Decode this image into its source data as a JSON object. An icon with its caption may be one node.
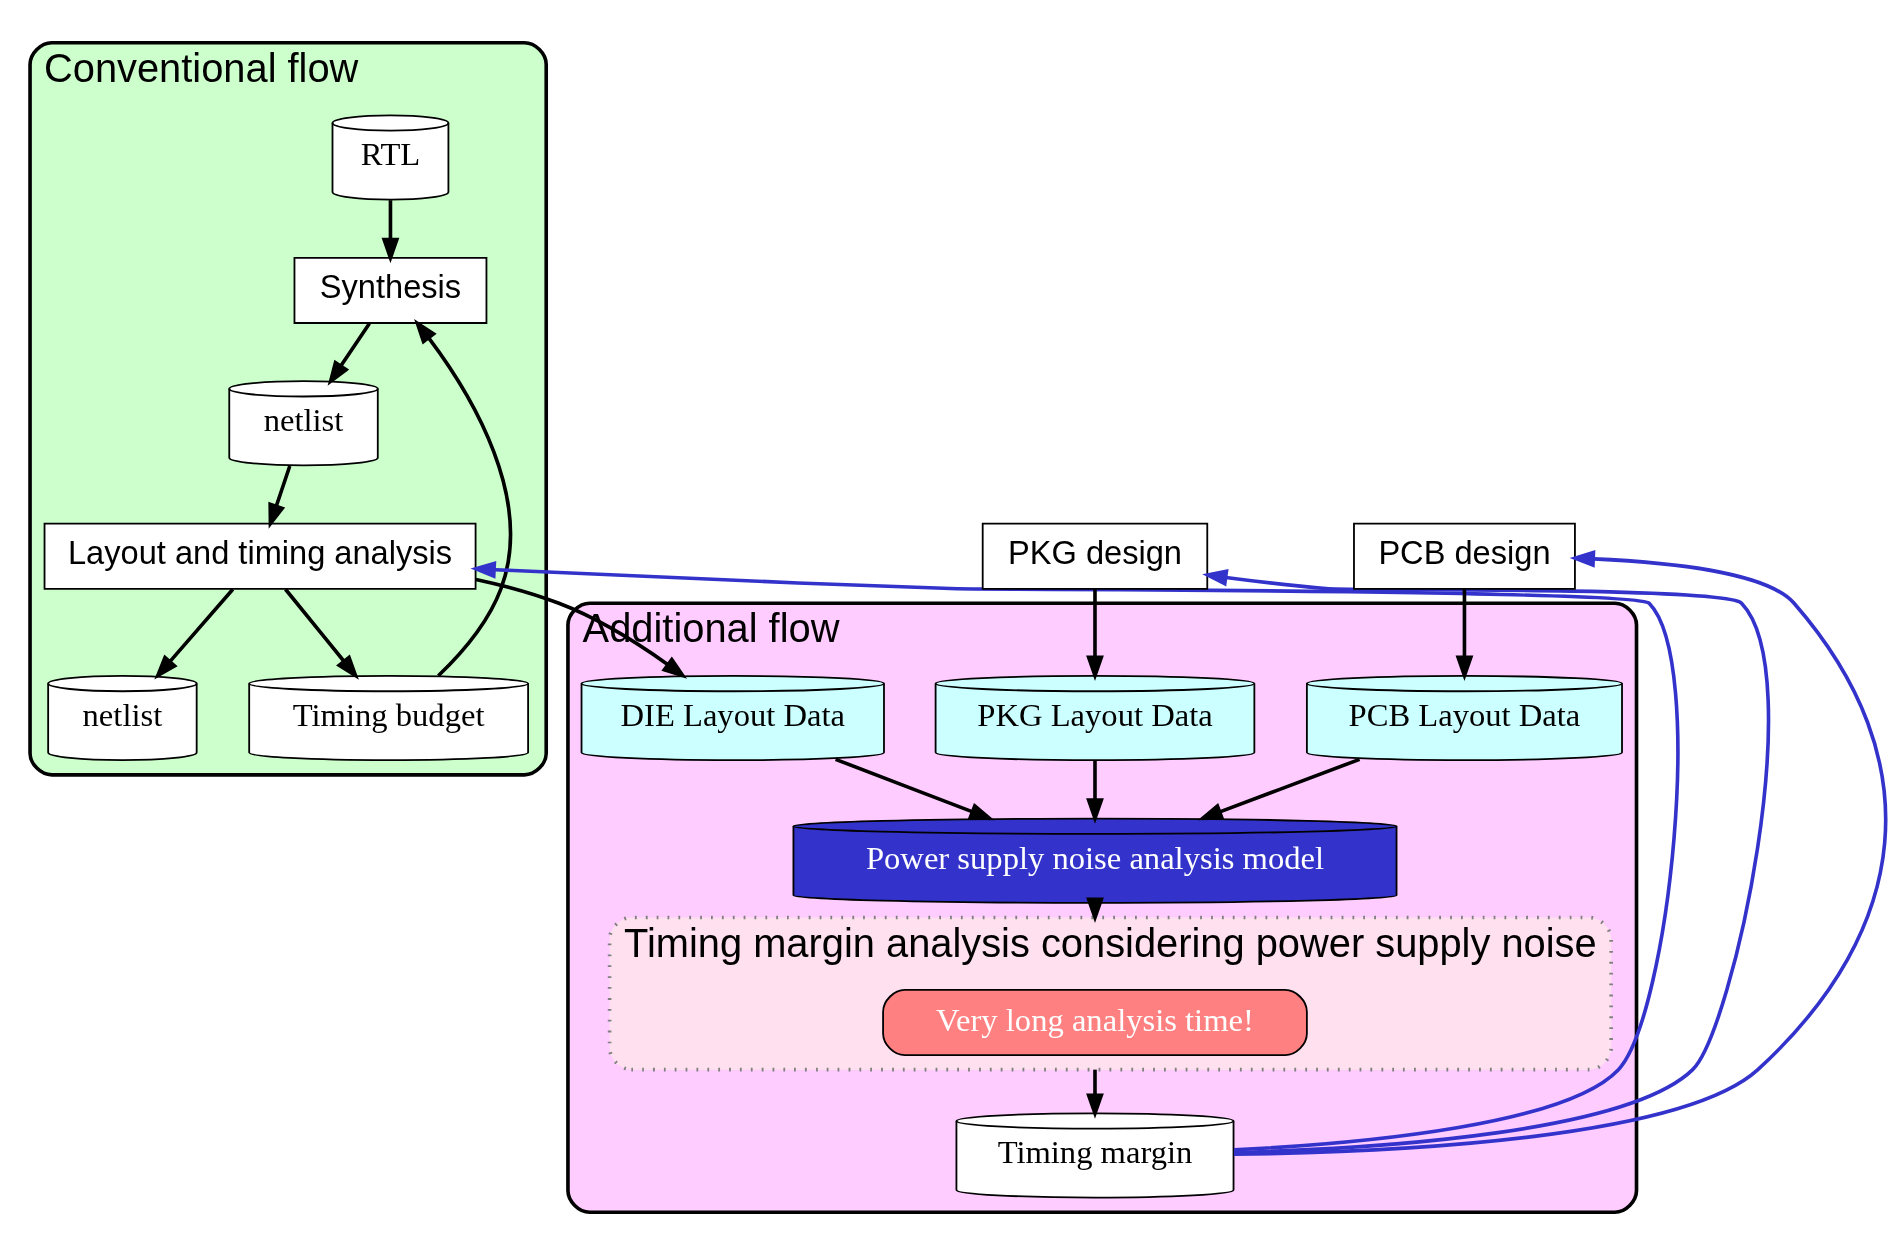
{
  "diagram": {
    "nodes": [
      {
        "text": [
          "Conventional flow"
        ]
      },
      {
        "text": [
          "RTL"
        ],
        "in": 0
      },
      {
        "text": [
          "Synthesis"
        ],
        "in": 0
      },
      {
        "text": [
          "Timing budget"
        ],
        "in": 0
      },
      {
        "text": [
          "netlist"
        ],
        "in": 0
      },
      {
        "text": [
          "Layout and timing analysis"
        ],
        "in": 0
      },
      {
        "text": [
          "netlist"
        ],
        "in": 0
      },
      {
        "text": [
          "Additional flow"
        ]
      },
      {
        "text": [
          "PKG design"
        ]
      },
      {
        "text": [
          "PCB design"
        ]
      },
      {
        "text": [
          "DIE Layout Data"
        ],
        "in": 7
      },
      {
        "text": [
          "PKG Layout Data"
        ],
        "in": 7
      },
      {
        "text": [
          "PCB Layout Data"
        ],
        "in": 7
      },
      {
        "text": [
          "Power supply noise analysis model"
        ],
        "in": 7
      },
      {
        "text": [
          "Timing margin analysis considering power supply noise"
        ],
        "in": 7
      },
      {
        "text": [
          "Very long analysis time!"
        ],
        "in": 14
      },
      {
        "text": [
          "Timing margin"
        ],
        "in": 7
      }
    ],
    "edges": [
      {
        "from": 1,
        "to": 2,
        "arrow": "to"
      },
      {
        "from": 2,
        "to": 4,
        "arrow": "to"
      },
      {
        "from": 4,
        "to": 5,
        "arrow": "to"
      },
      {
        "from": 5,
        "to": 6,
        "arrow": "to"
      },
      {
        "from": 5,
        "to": 3,
        "arrow": "to"
      },
      {
        "from": 3,
        "to": 2,
        "arrow": "to"
      },
      {
        "from": 5,
        "to": 10,
        "arrow": "to"
      },
      {
        "from": 8,
        "to": 11,
        "arrow": "to"
      },
      {
        "from": 9,
        "to": 12,
        "arrow": "to"
      },
      {
        "from": 10,
        "to": 13,
        "arrow": "to"
      },
      {
        "from": 11,
        "to": 13,
        "arrow": "to"
      },
      {
        "from": 12,
        "to": 13,
        "arrow": "to"
      },
      {
        "from": 13,
        "to": 14,
        "arrow": "to"
      },
      {
        "from": 14,
        "to": 16,
        "arrow": "to"
      },
      {
        "from": 16,
        "to": 8,
        "arrow": "to",
        "color": "#3333cc"
      },
      {
        "from": 16,
        "to": 9,
        "arrow": "to",
        "color": "#3333cc"
      },
      {
        "from": 16,
        "to": 5,
        "arrow": "to",
        "color": "#3333cc"
      }
    ]
  }
}
